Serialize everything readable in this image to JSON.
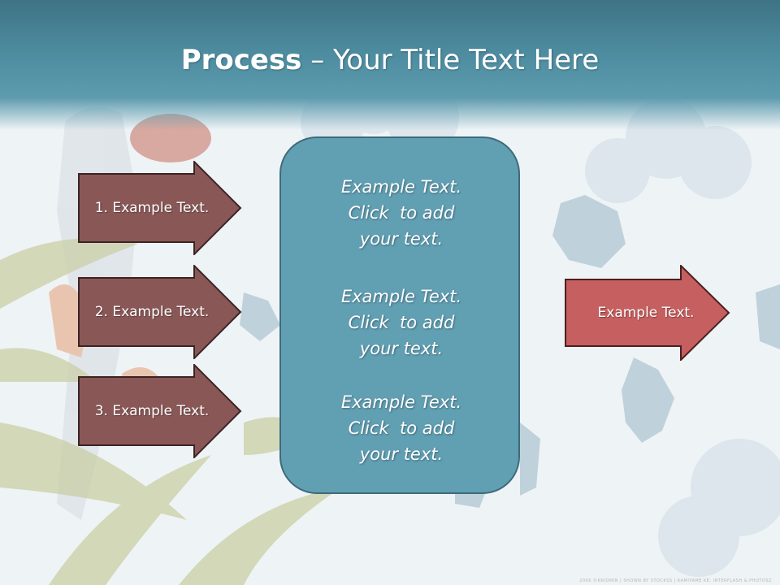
{
  "title": {
    "bold": "Process",
    "rest": " – Your Title Text Here"
  },
  "left_arrows": [
    {
      "label": "1. Example Text."
    },
    {
      "label": "2. Example Text."
    },
    {
      "label": "3. Example Text."
    }
  ],
  "center_box": {
    "paragraphs": [
      {
        "lines": [
          "Example Text.",
          "Click  to add",
          "your text."
        ]
      },
      {
        "lines": [
          "Example Text.",
          "Click  to add",
          "your text."
        ]
      },
      {
        "lines": [
          "Example Text.",
          "Click  to add",
          "your text."
        ]
      }
    ]
  },
  "right_arrow": {
    "label": "Example Text."
  },
  "footer": "2006 ©KNIOMIN | SHOWN BY STOCKSS | KAMIYAME KE. INTERFLASH & PHOTOSZ",
  "colors": {
    "title_band": "#4f8ea2",
    "left_arrow_fill": "#8a5757",
    "right_arrow_fill": "#c65f5f",
    "center_box_fill": "#619fb3"
  }
}
